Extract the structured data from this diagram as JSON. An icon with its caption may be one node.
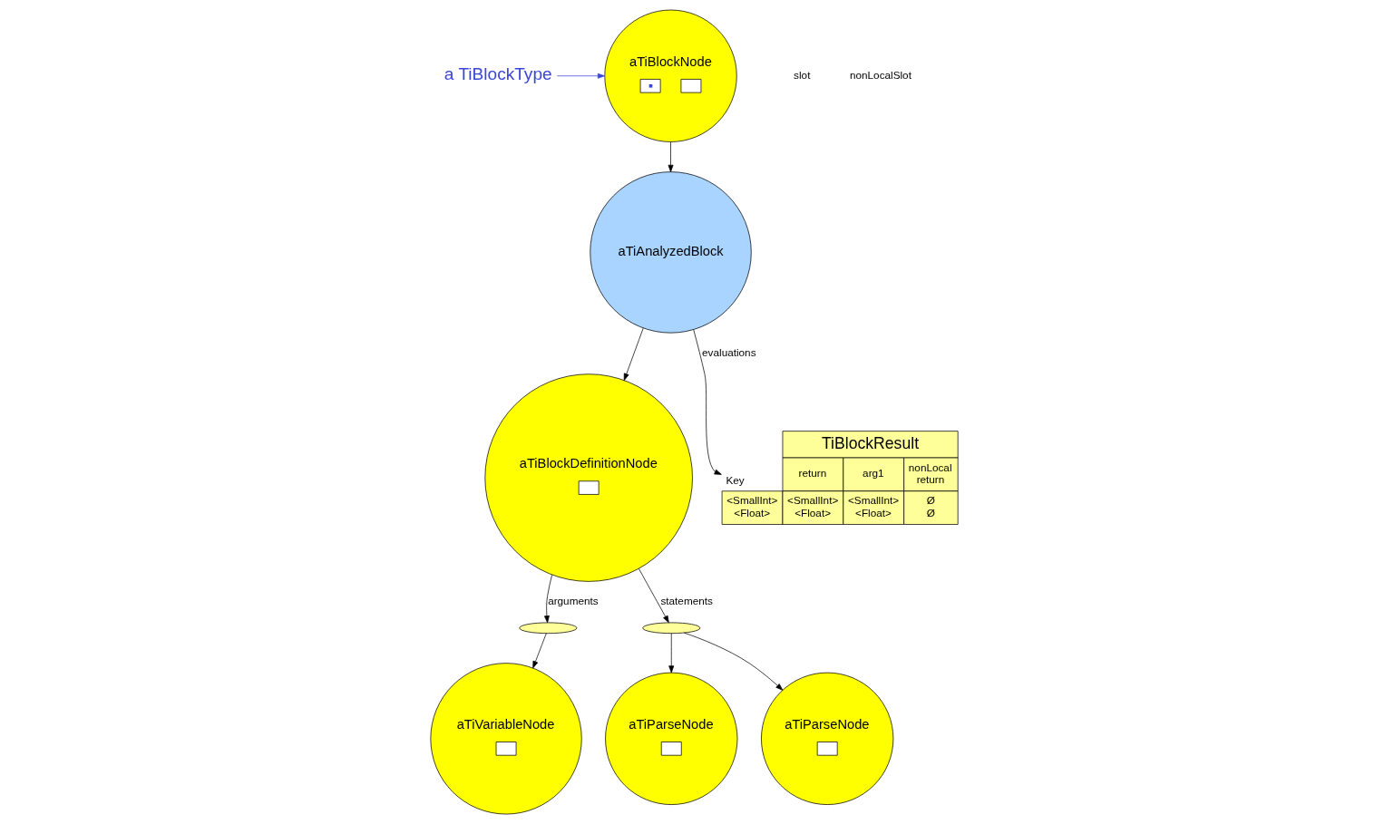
{
  "diagram": {
    "nodes": [
      {
        "text": [
          "aTiBlockNode"
        ]
      },
      {
        "text": [
          "a TiBlockType"
        ]
      },
      {
        "text": [
          "aTiAnalyzedBlock"
        ]
      },
      {
        "text": [
          "aTiBlockDefinitionNode"
        ]
      },
      {
        "text": [],
        "shape": "ellipse"
      },
      {
        "text": [],
        "shape": "ellipse"
      },
      {
        "text": [
          "TiBlockResult",
          "Key",
          "return",
          "arg1",
          "nonLocal return",
          "<SmallInt> <Float>",
          "<SmallInt> <Float>",
          "<SmallInt> <Float>",
          "Ø Ø"
        ]
      },
      {
        "text": [
          "aTiVariableNode"
        ]
      },
      {
        "text": [
          "aTiParseNode"
        ]
      },
      {
        "text": [
          "aTiParseNode"
        ]
      }
    ],
    "edges": [
      {
        "from": 1,
        "to": 0,
        "arrow": "to",
        "color": "#3b46d8"
      },
      {
        "from": 0,
        "to": 2,
        "arrow": "to"
      },
      {
        "from": 2,
        "to": 3,
        "arrow": "to"
      },
      {
        "from": 2,
        "to": 6,
        "label": "evaluations",
        "arrow": "to"
      },
      {
        "from": 3,
        "to": 4,
        "label": "arguments",
        "arrow": "to"
      },
      {
        "from": 3,
        "to": 5,
        "label": "statements",
        "arrow": "to"
      },
      {
        "from": 4,
        "to": 7,
        "arrow": "to"
      },
      {
        "from": 5,
        "to": 8,
        "arrow": "to"
      },
      {
        "from": 5,
        "to": 9,
        "arrow": "to"
      }
    ],
    "labels": [
      "slot",
      "nonLocalSlot"
    ]
  }
}
